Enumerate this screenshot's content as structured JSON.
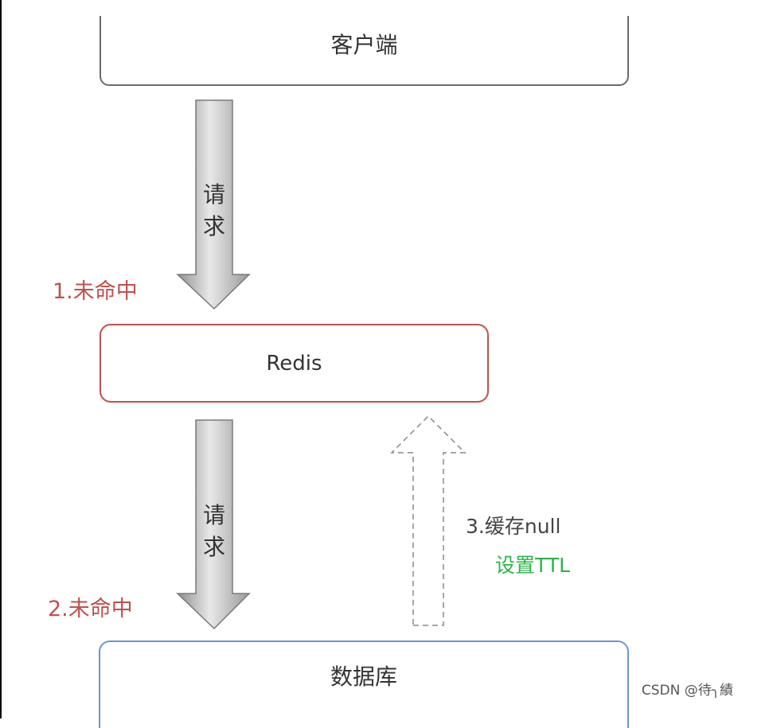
{
  "nodes": {
    "client": "客户端",
    "redis": "Redis",
    "database": "数据库"
  },
  "arrows": {
    "request_1_line1": "请",
    "request_1_line2": "求",
    "request_2_line1": "请",
    "request_2_line2": "求"
  },
  "annotations": {
    "miss_1": "1.未命中",
    "miss_2": "2.未命中",
    "cache_null": "3.缓存null",
    "set_ttl": "设置TTL"
  },
  "watermark": "CSDN @待╮績",
  "colors": {
    "redis_border": "#c0504d",
    "database_border": "#6a95d8",
    "client_border": "#6b6b6b",
    "miss_text": "#c0504d",
    "ttl_text": "#2db34a"
  }
}
